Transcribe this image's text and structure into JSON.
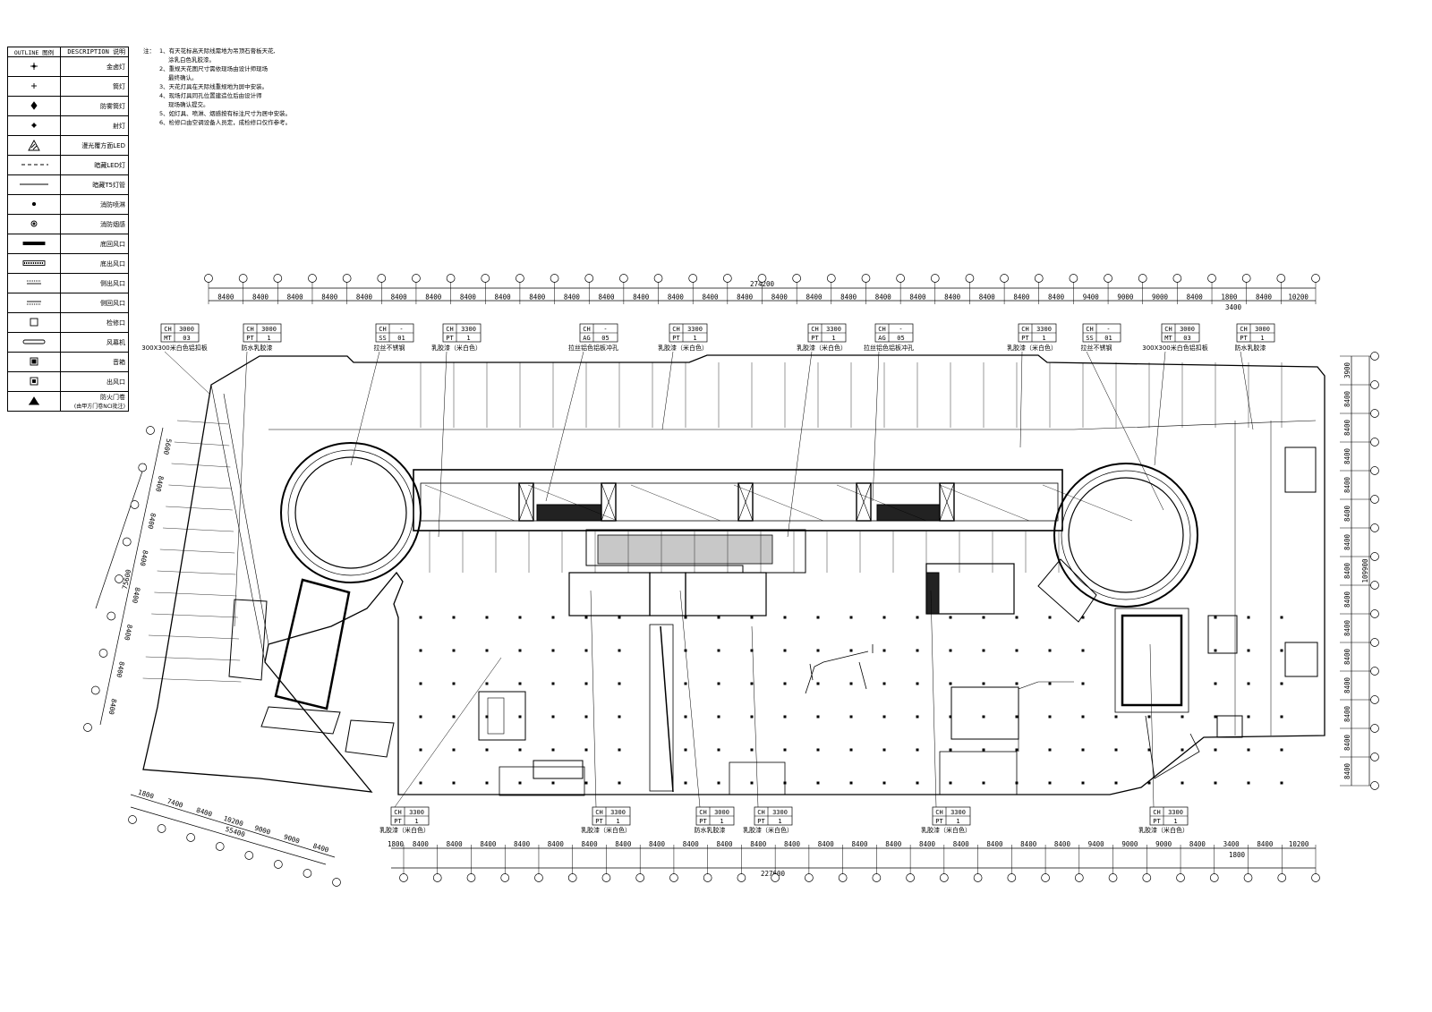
{
  "legend": {
    "header_outline": "OUTLINE 图例",
    "header_description": "DESCRIPTION 说明",
    "items": [
      {
        "icon": "cross-star-icon",
        "label": "金卤灯"
      },
      {
        "icon": "small-cross-icon",
        "label": "筒灯"
      },
      {
        "icon": "diamond-cross-icon",
        "label": "防雾筒灯"
      },
      {
        "icon": "dot-cross-icon",
        "label": "射灯"
      },
      {
        "icon": "triangle-hatch-icon",
        "label": "漫光覆方面LED"
      },
      {
        "icon": "dashed-line-icon",
        "label": "暗藏LED灯"
      },
      {
        "icon": "solid-line-icon",
        "label": "暗藏T5灯管"
      },
      {
        "icon": "dot-icon",
        "label": "消防喷淋"
      },
      {
        "icon": "ring-dot-icon",
        "label": "消防烟感"
      },
      {
        "icon": "thick-bar-icon",
        "label": "底回风口"
      },
      {
        "icon": "dotted-bar-icon",
        "label": "底出风口"
      },
      {
        "icon": "side-out-vent-icon",
        "label": "侧出风口"
      },
      {
        "icon": "side-return-vent-icon",
        "label": "侧回风口"
      },
      {
        "icon": "square-outline-icon",
        "label": "检修口"
      },
      {
        "icon": "rounded-bar-icon",
        "label": "风幕机"
      },
      {
        "icon": "speaker-icon",
        "label": "音箱"
      },
      {
        "icon": "square-dot-icon",
        "label": "出风口"
      },
      {
        "icon": "fire-door-icon",
        "label": "防火门卷",
        "label2": "(由甲方门卷NCI批注)"
      }
    ]
  },
  "notes": {
    "prefix": "注：",
    "lines": [
      {
        "num": "1、",
        "text": "有天花标高天际线需地为吊顶石膏板天花,"
      },
      {
        "num": "",
        "text": "涂乳白色乳胶漆。"
      },
      {
        "num": "2、",
        "text": "重规天花图尺寸需依现场由设计师现场"
      },
      {
        "num": "",
        "text": "最终确认。"
      },
      {
        "num": "3、",
        "text": "天花灯具在天际线重规地为屏中安装。"
      },
      {
        "num": "4、",
        "text": "现场灯具同孔位置建造位后由设计师"
      },
      {
        "num": "",
        "text": "现场确认提交。"
      },
      {
        "num": "5、",
        "text": "如灯具、喷淋、烟感按有标注尺寸为居中安装。"
      },
      {
        "num": "6、",
        "text": "检修口由空调设备人员定，成检修口仅作参考。"
      }
    ]
  },
  "top_dims": {
    "total": "274200",
    "spans": [
      "8400",
      "8400",
      "8400",
      "8400",
      "8400",
      "8400",
      "8400",
      "8400",
      "8400",
      "8400",
      "8400",
      "8400",
      "8400",
      "8400",
      "8400",
      "8400",
      "8400",
      "8400",
      "8400",
      "8400",
      "8400",
      "8400",
      "8400",
      "8400",
      "8400",
      "9400",
      "9000",
      "9000",
      "8400",
      "1800",
      "8400",
      "10200"
    ],
    "sub": "3400"
  },
  "bottom_dims": {
    "total": "227600",
    "lead": "1800",
    "spans": [
      "8400",
      "8400",
      "8400",
      "8400",
      "8400",
      "8400",
      "8400",
      "8400",
      "8400",
      "8400",
      "8400",
      "8400",
      "8400",
      "8400",
      "8400",
      "8400",
      "8400",
      "8400",
      "8400",
      "8400",
      "9400",
      "9000",
      "9000",
      "8400",
      "3400",
      "8400",
      "10200"
    ],
    "sub": "1800"
  },
  "right_dims": {
    "total": "109900",
    "spans": [
      "3900",
      "8400",
      "8400",
      "8400",
      "8400",
      "8400",
      "8400",
      "8400",
      "8400",
      "8400",
      "8400",
      "8400",
      "8400",
      "8400",
      "8400"
    ]
  },
  "left_dims": {
    "total": "75600",
    "spans": [
      "5600",
      "8400",
      "8400",
      "8400",
      "8400",
      "8400",
      "8400",
      "8400"
    ]
  },
  "lower_left_dims": {
    "total": "55400",
    "spans": [
      "1800",
      "7400",
      "8400",
      "10200",
      "9000",
      "9000",
      "8400"
    ]
  },
  "top_annotations": [
    {
      "ch": "CH",
      "ch_val": "3000",
      "code": "MT",
      "code_val": "03",
      "label": "300X300米白色铝扣板"
    },
    {
      "ch": "CH",
      "ch_val": "3000",
      "code": "PT",
      "code_val": "1",
      "label": "防水乳胶漆"
    },
    {
      "ch": "CH",
      "ch_val": "-",
      "code": "SS",
      "code_val": "01",
      "label": "拉丝不锈钢"
    },
    {
      "ch": "CH",
      "ch_val": "3300",
      "code": "PT",
      "code_val": "1",
      "label": "乳胶漆（米白色）"
    },
    {
      "ch": "CH",
      "ch_val": "-",
      "code": "AG",
      "code_val": "05",
      "label": "拉丝铝色铝板冲孔"
    },
    {
      "ch": "CH",
      "ch_val": "3300",
      "code": "PT",
      "code_val": "1",
      "label": "乳胶漆（米白色）"
    },
    {
      "ch": "CH",
      "ch_val": "3300",
      "code": "PT",
      "code_val": "1",
      "label": "乳胶漆（米白色）"
    },
    {
      "ch": "CH",
      "ch_val": "-",
      "code": "AG",
      "code_val": "05",
      "label": "拉丝铝色铝板冲孔"
    },
    {
      "ch": "CH",
      "ch_val": "3300",
      "code": "PT",
      "code_val": "1",
      "label": "乳胶漆（米白色）"
    },
    {
      "ch": "CH",
      "ch_val": "-",
      "code": "SS",
      "code_val": "01",
      "label": "拉丝不锈钢"
    },
    {
      "ch": "CH",
      "ch_val": "3000",
      "code": "MT",
      "code_val": "03",
      "label": "300X300米白色铝扣板"
    },
    {
      "ch": "CH",
      "ch_val": "3000",
      "code": "PT",
      "code_val": "1",
      "label": "防水乳胶漆"
    }
  ],
  "bottom_annotations": [
    {
      "ch": "CH",
      "ch_val": "3300",
      "code": "PT",
      "code_val": "1",
      "label": "乳胶漆（米白色）"
    },
    {
      "ch": "CH",
      "ch_val": "3300",
      "code": "PT",
      "code_val": "1",
      "label": "乳胶漆（米白色）"
    },
    {
      "ch": "CH",
      "ch_val": "3000",
      "code": "PT",
      "code_val": "1",
      "label": "防水乳胶漆"
    },
    {
      "ch": "CH",
      "ch_val": "3300",
      "code": "PT",
      "code_val": "1",
      "label": "乳胶漆（米白色）"
    },
    {
      "ch": "CH",
      "ch_val": "3300",
      "code": "PT",
      "code_val": "1",
      "label": "乳胶漆（米白色）"
    },
    {
      "ch": "CH",
      "ch_val": "3300",
      "code": "PT",
      "code_val": "1",
      "label": "乳胶漆（米白色）"
    }
  ],
  "colors": {
    "line": "#000000",
    "atrium_fill": "#c8c8c8",
    "paper": "#ffffff"
  }
}
